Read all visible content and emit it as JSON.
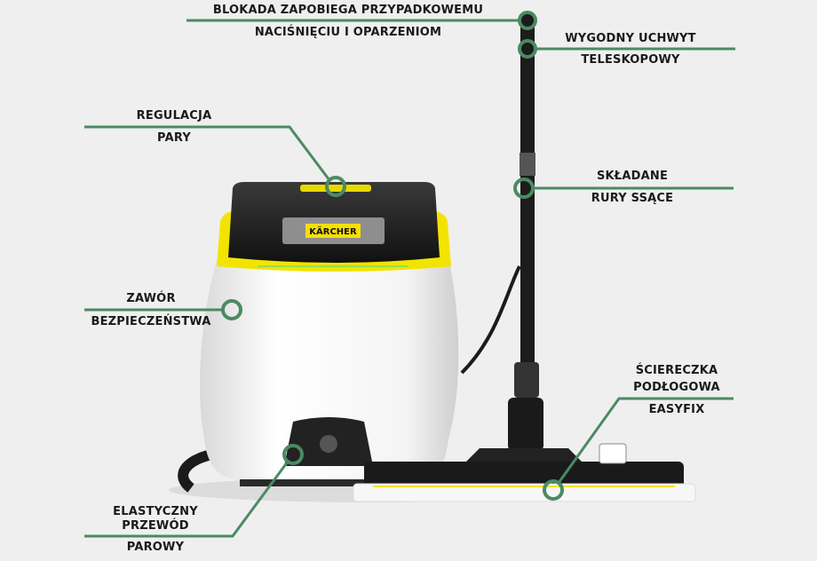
{
  "colors": {
    "accent": "#4b8a63",
    "background": "#efefef",
    "brand_yellow": "#f5e000"
  },
  "brand": "KÄRCHER",
  "callouts": [
    {
      "id": "lock",
      "lines": [
        "BLOKADA ZAPOBIEGA PRZYPADKOWEMU",
        "NACIŚNIĘCIU I OPARZENIOM"
      ]
    },
    {
      "id": "handle",
      "lines": [
        "WYGODNY UCHWYT",
        "TELESKOPOWY"
      ]
    },
    {
      "id": "steam-control",
      "lines": [
        "REGULACJA",
        "PARY"
      ]
    },
    {
      "id": "tubes",
      "lines": [
        "SKŁADANE",
        "RURY SSĄCE"
      ]
    },
    {
      "id": "valve",
      "lines": [
        "ZAWÓR",
        "BEZPIECZEŃSTWA"
      ]
    },
    {
      "id": "cloth",
      "lines": [
        "ŚCIERECZKA",
        "PODŁOGOWA",
        "EASYFIX"
      ]
    },
    {
      "id": "hose",
      "lines": [
        "ELASTYCZNY",
        "PRZEWÓD",
        "PAROWY"
      ]
    }
  ]
}
